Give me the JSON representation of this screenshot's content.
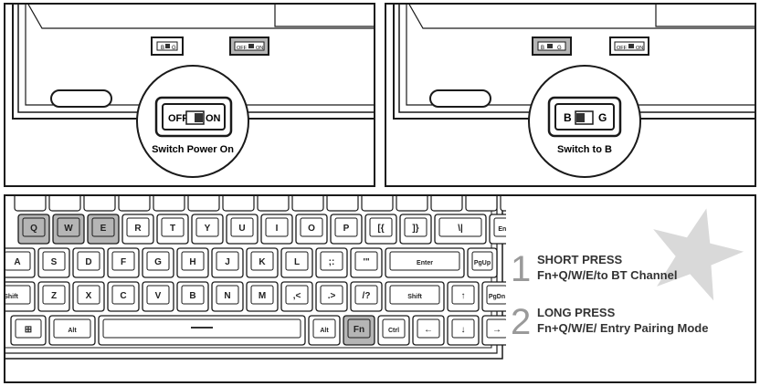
{
  "panel_power": {
    "caption": "Switch Power On",
    "small_left_switch": {
      "left": "B",
      "right": "G"
    },
    "small_right_switch": {
      "left": "OFF",
      "right": "ON"
    },
    "zoom_switch": {
      "left": "OFF",
      "right": "ON"
    }
  },
  "panel_bt": {
    "caption": "Switch to B",
    "small_left_switch": {
      "left": "B",
      "right": "G"
    },
    "small_right_switch": {
      "left": "OFF",
      "right": "ON"
    },
    "zoom_switch": {
      "left": "B",
      "right": "G"
    }
  },
  "keyboard": {
    "rows": [
      [
        "Q",
        "W",
        "E",
        "R",
        "T",
        "Y",
        "U",
        "I",
        "O",
        "P",
        "[{",
        "]}",
        "\\|",
        "End"
      ],
      [
        "A",
        "S",
        "D",
        "F",
        "G",
        "H",
        "J",
        "K",
        "L",
        ";:",
        "'\"",
        "Enter",
        "PgUp"
      ],
      [
        "Shift",
        "Z",
        "X",
        "C",
        "V",
        "B",
        "N",
        "M",
        ",<",
        ".>",
        "/?",
        "Shift",
        "↑",
        "PgDn"
      ],
      [
        "⊞",
        "Alt",
        "",
        "Alt",
        "Fn",
        "Ctrl",
        "←",
        "↓",
        "→"
      ]
    ],
    "highlighted": [
      "Q",
      "W",
      "E",
      "Fn"
    ]
  },
  "instructions": [
    {
      "number": "1",
      "title": "SHORT PRESS",
      "text": "Fn+Q/W/E/to BT Channel"
    },
    {
      "number": "2",
      "title": "LONG PRESS",
      "text": "Fn+Q/W/E/ Entry Pairing Mode"
    }
  ],
  "colors": {
    "highlight": "#b5b5b5",
    "star": "#d9d9d9",
    "line": "#1a1a1a"
  }
}
